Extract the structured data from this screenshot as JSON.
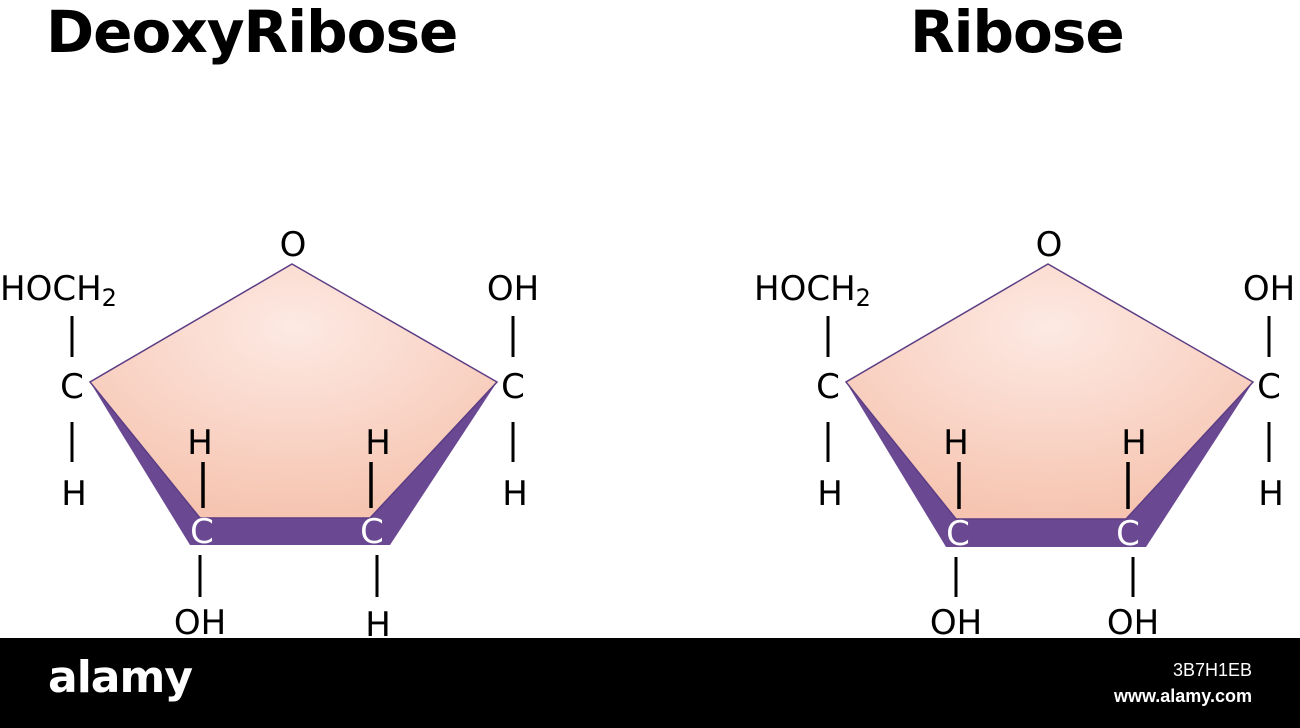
{
  "titles": {
    "left": "DeoxyRibose",
    "right": "Ribose"
  },
  "deoxyribose": {
    "ring_oxygen": "O",
    "c4_top": "HOCH",
    "c4_subscript": "2",
    "c4_carbon": "C",
    "c4_bottom": "H",
    "c1_top": "OH",
    "c1_carbon": "C",
    "c1_bottom": "H",
    "c3_top": "H",
    "c3_carbon": "C",
    "c3_bottom": "OH",
    "c2_top": "H",
    "c2_carbon": "C",
    "c2_bottom": "H"
  },
  "ribose": {
    "ring_oxygen": "O",
    "c4_top": "HOCH",
    "c4_subscript": "2",
    "c4_carbon": "C",
    "c4_bottom": "H",
    "c1_top": "OH",
    "c1_carbon": "C",
    "c1_bottom": "H",
    "c3_top": "H",
    "c3_carbon": "C",
    "c3_bottom": "OH",
    "c2_top": "H",
    "c2_carbon": "C",
    "c2_bottom": "OH"
  },
  "colors": {
    "ring_top_light": "#fde9e3",
    "ring_fill": "#f6c4b0",
    "ring_front": "#6b4892",
    "ring_edge": "#5c3d85"
  },
  "watermark": {
    "brand": "alamy",
    "image_id": "3B7H1EB",
    "url": "www.alamy.com"
  }
}
